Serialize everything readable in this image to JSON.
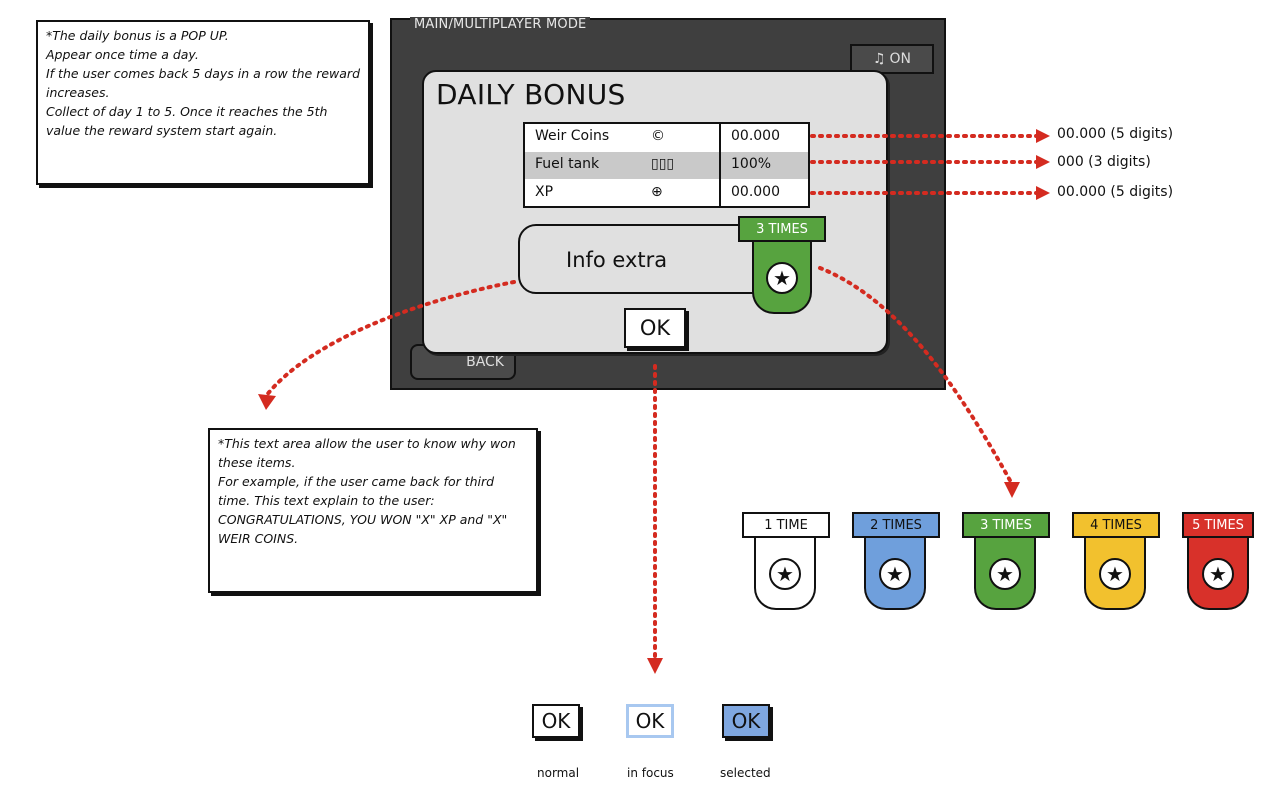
{
  "note_top": [
    "*The daily bonus is a POP UP.",
    "Appear once time a day.",
    "If the user comes back 5 days in a row the reward increases.",
    "Collect of day 1 to 5. Once it reaches the 5th value the reward system start again."
  ],
  "screen": {
    "title": "MAIN/MULTIPLAYER MODE",
    "music_icon": "music-note-icon",
    "music_label": "ON",
    "back_label": "BACK"
  },
  "popup": {
    "title": "DAILY BONUS",
    "rewards": [
      {
        "label": "Weir Coins",
        "icon": "©",
        "value": "00.000"
      },
      {
        "label": "Fuel tank",
        "icon": "▯▯▯",
        "value": "100%"
      },
      {
        "label": "XP",
        "icon": "⊕",
        "value": "00.000"
      }
    ],
    "info_label": "Info extra",
    "badge_label": "3 TIMES",
    "ok_label": "OK"
  },
  "value_notes": [
    "00.000 (5 digits)",
    "000 (3 digits)",
    "00.000 (5 digits)"
  ],
  "note_bottom": [
    "*This text area allow the user to know why won these items.",
    "For example, if the user came back for third time. This text explain to the user:",
    "CONGRATULATIONS, YOU WON  \"X\"  XP and \"X\" WEIR COINS."
  ],
  "badges": [
    {
      "label": "1 TIME",
      "color": "#ffffff",
      "text_color": "#111111"
    },
    {
      "label": "2 TIMES",
      "color": "#6f9fdc",
      "text_color": "#111111"
    },
    {
      "label": "3 TIMES",
      "color": "#57a33f",
      "text_color": "#ffffff"
    },
    {
      "label": "4 TIMES",
      "color": "#f2c12e",
      "text_color": "#111111"
    },
    {
      "label": "5 TIMES",
      "color": "#d8312a",
      "text_color": "#ffffff"
    }
  ],
  "ok_states": [
    {
      "label": "OK",
      "caption": "normal"
    },
    {
      "label": "OK",
      "caption": "in focus"
    },
    {
      "label": "OK",
      "caption": "selected"
    }
  ],
  "colors": {
    "arrow": "#d42b20",
    "screen_bg": "#3f3f3f",
    "popup_bg": "#e0e0e0",
    "focus_border": "#a8c8f0",
    "selected_fill": "#7fa7e0"
  }
}
